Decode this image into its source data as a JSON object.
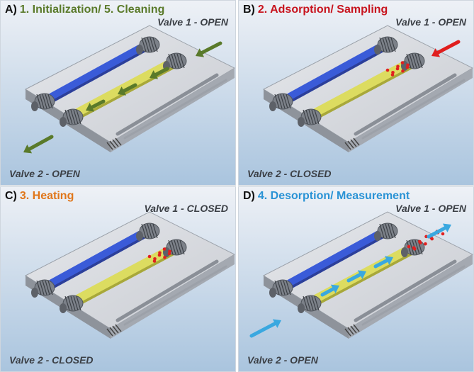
{
  "colors": {
    "bg_top": "#eef1f6",
    "bg_bottom": "#a9c4de",
    "plate": "#c9ccd2",
    "plate_dark": "#8e939b",
    "blue_channel": "#3a5bd8",
    "yellow_channel": "#dcdc60",
    "dot": "#e02020",
    "fitting": "#7c8189"
  },
  "panels": [
    {
      "letter": "A)",
      "step": "1. Initialization/ 5. Cleaning",
      "step_color": "#5a7a2a",
      "valve1": "Valve 1 - OPEN",
      "valve2": "Valve 2 - OPEN",
      "flow": "through",
      "arrow_color": "#5a7a2a",
      "dots": 0
    },
    {
      "letter": "B)",
      "step": "2. Adsorption/ Sampling",
      "step_color": "#c8141e",
      "valve1": "Valve 1 - OPEN",
      "valve2": "Valve 2 - CLOSED",
      "flow": "in",
      "arrow_color": "#e01e1e",
      "dots": 9
    },
    {
      "letter": "C)",
      "step": "3. Heating",
      "step_color": "#e0761a",
      "valve1": "Valve 1 - CLOSED",
      "valve2": "Valve 2 - CLOSED",
      "flow": "none",
      "arrow_color": "#e0761a",
      "dots": 9
    },
    {
      "letter": "D)",
      "step": "4. Desorption/ Measurement",
      "step_color": "#2a93d5",
      "valve1": "Valve 1 - OPEN",
      "valve2": "Valve 2 - OPEN",
      "flow": "out",
      "arrow_color": "#3aa8e0",
      "dots": 12
    }
  ]
}
